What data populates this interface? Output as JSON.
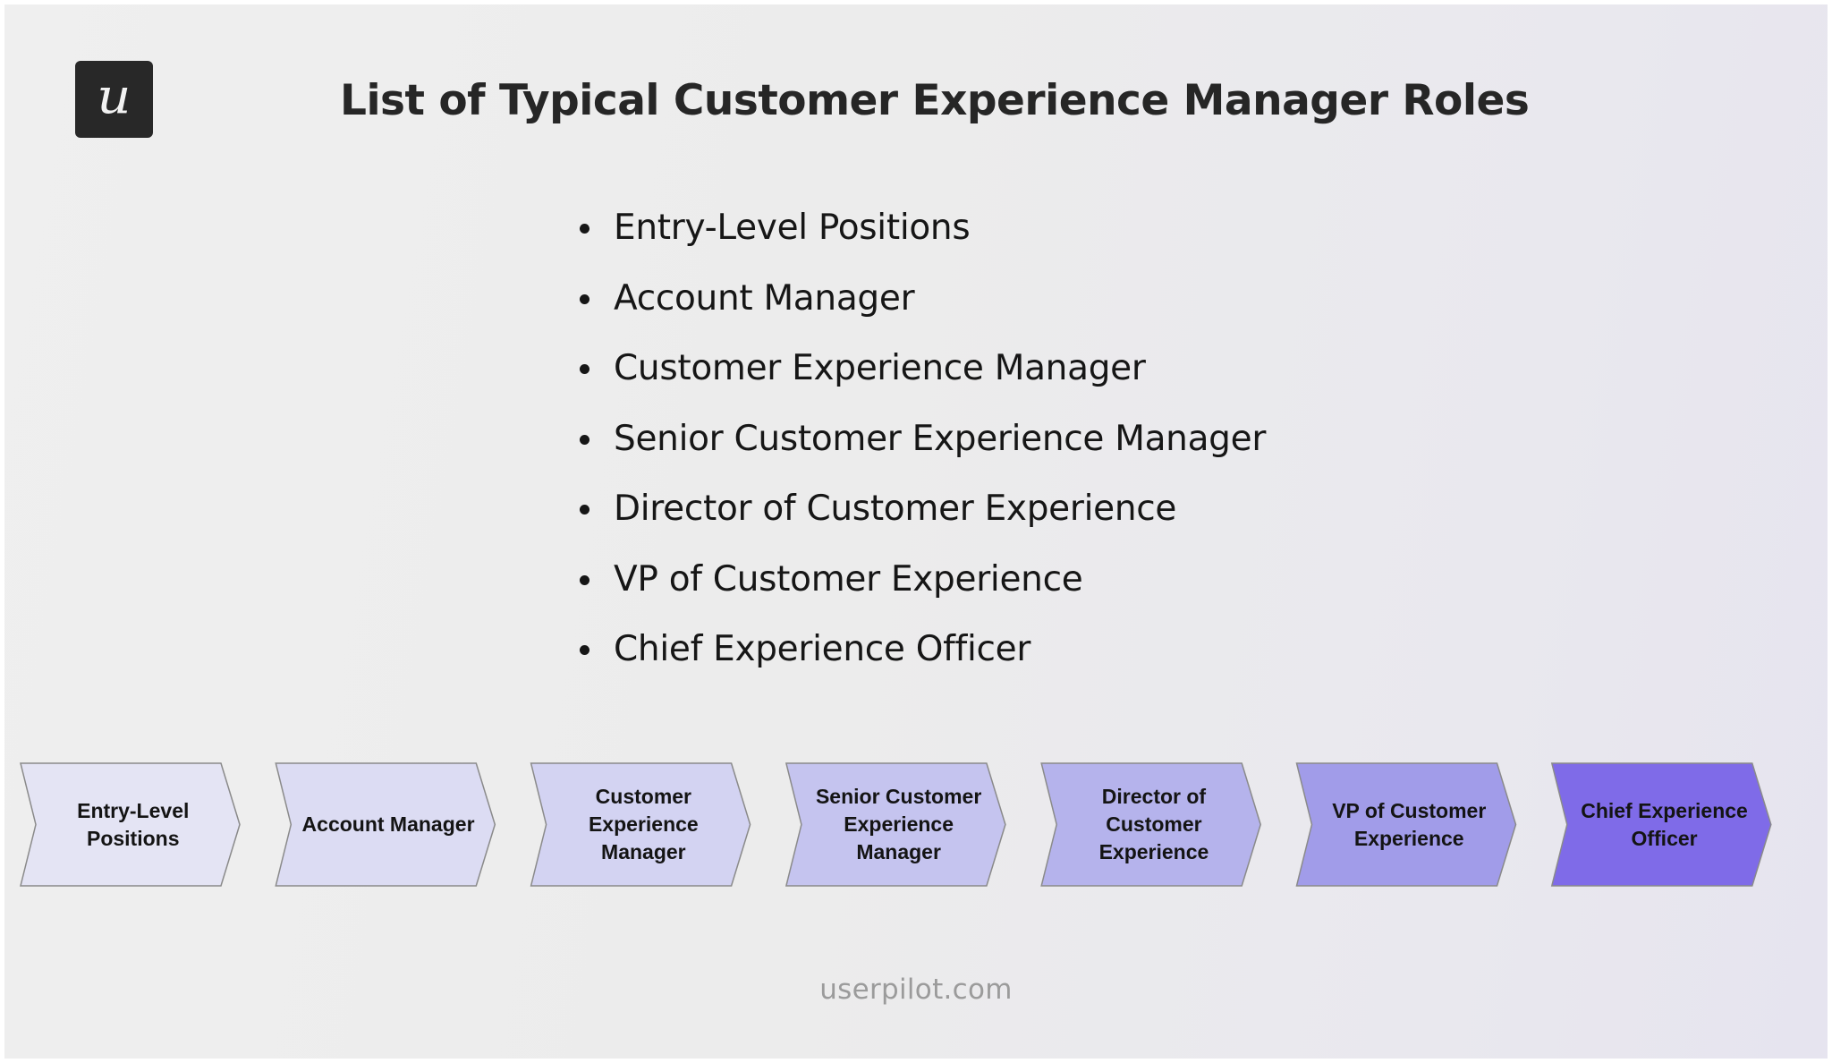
{
  "header": {
    "logo_glyph": "u",
    "logo_icon": "userpilot-logo-icon",
    "title": "List of Typical Customer Experience Manager Roles"
  },
  "roles_list": {
    "items": [
      "Entry-Level Positions",
      "Account Manager",
      "Customer Experience Manager",
      "Senior Customer Experience Manager",
      "Director of Customer Experience",
      "VP of Customer Experience",
      "Chief Experience Officer"
    ]
  },
  "career_path": {
    "steps": [
      {
        "line1": "Entry-Level",
        "line2": "Positions",
        "color": "#e4e4f4"
      },
      {
        "line1": "Account Manager",
        "line2": "",
        "color": "#dcdcf3"
      },
      {
        "line1": "Customer Experience",
        "line2": "Manager",
        "color": "#d3d3f2"
      },
      {
        "line1": "Senior Customer",
        "line2": "Experience Manager",
        "color": "#c5c4ef"
      },
      {
        "line1": "Director of Customer",
        "line2": "Experience",
        "color": "#b5b3ec"
      },
      {
        "line1": "VP of Customer",
        "line2": "Experience",
        "color": "#a19ce9"
      },
      {
        "line1": "Chief Experience",
        "line2": "Officer",
        "color": "#7f6be8"
      }
    ],
    "border_color": "#8a8a8a"
  },
  "footer": {
    "text": "userpilot.com"
  }
}
